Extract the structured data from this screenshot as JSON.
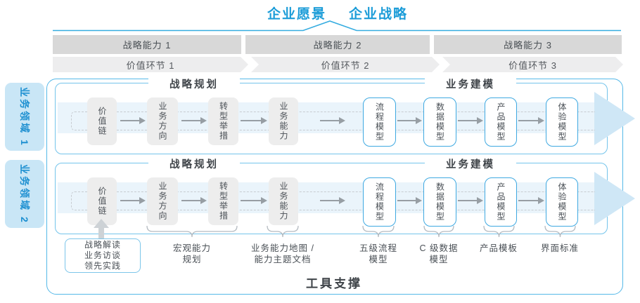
{
  "header": {
    "vision": "企业愿景",
    "strategy": "企业战略"
  },
  "capability_bars": [
    {
      "label": "战略能力 1"
    },
    {
      "label": "战略能力 2"
    },
    {
      "label": "战略能力 3"
    }
  ],
  "value_chevrons": [
    {
      "label": "价值环节 1"
    },
    {
      "label": "价值环节 2"
    },
    {
      "label": "价值环节 3"
    }
  ],
  "domains": [
    {
      "label": "业务领域 1"
    },
    {
      "label": "业务领域 2"
    }
  ],
  "sections": {
    "planning": "战略规划",
    "modeling": "业务建模"
  },
  "flow_boxes": [
    {
      "name": "value-chain",
      "label": "价值链",
      "style": "gray"
    },
    {
      "name": "business-direction",
      "label": "业务方向",
      "style": "gray"
    },
    {
      "name": "transformation-initiatives",
      "label": "转型举措",
      "style": "gray"
    },
    {
      "name": "business-capability",
      "label": "业务能力",
      "style": "gray"
    },
    {
      "name": "process-model",
      "label": "流程模型",
      "style": "white"
    },
    {
      "name": "data-model",
      "label": "数据模型",
      "style": "white"
    },
    {
      "name": "product-model",
      "label": "产品模型",
      "style": "white"
    },
    {
      "name": "experience-model",
      "label": "体验模型",
      "style": "white"
    }
  ],
  "annotations": {
    "practice_lines": [
      "战略解读",
      "业务访谈",
      "领先实践"
    ],
    "notes": [
      {
        "name": "macro-capability-planning",
        "text": "宏观能力\n规划"
      },
      {
        "name": "capability-map-docs",
        "text": "业务能力地图 /\n能力主题文档"
      },
      {
        "name": "five-level-process-model",
        "text": "五级流程\n模型"
      },
      {
        "name": "c-level-data-model",
        "text": "C 级数据\n模型"
      },
      {
        "name": "product-template",
        "text": "产品模板"
      },
      {
        "name": "interface-standard",
        "text": "界面标准"
      }
    ]
  },
  "tool_support": "工具支撑",
  "colors": {
    "accent_blue": "#1b9cd8",
    "line_blue": "#35ace0",
    "panel_border": "#74c4eb",
    "bar_gray": "#d8d8d8",
    "band_blue": "#eaf4fb",
    "arrow_blue": "#cfe7f6",
    "tab_fill": "#c9e6f6"
  }
}
